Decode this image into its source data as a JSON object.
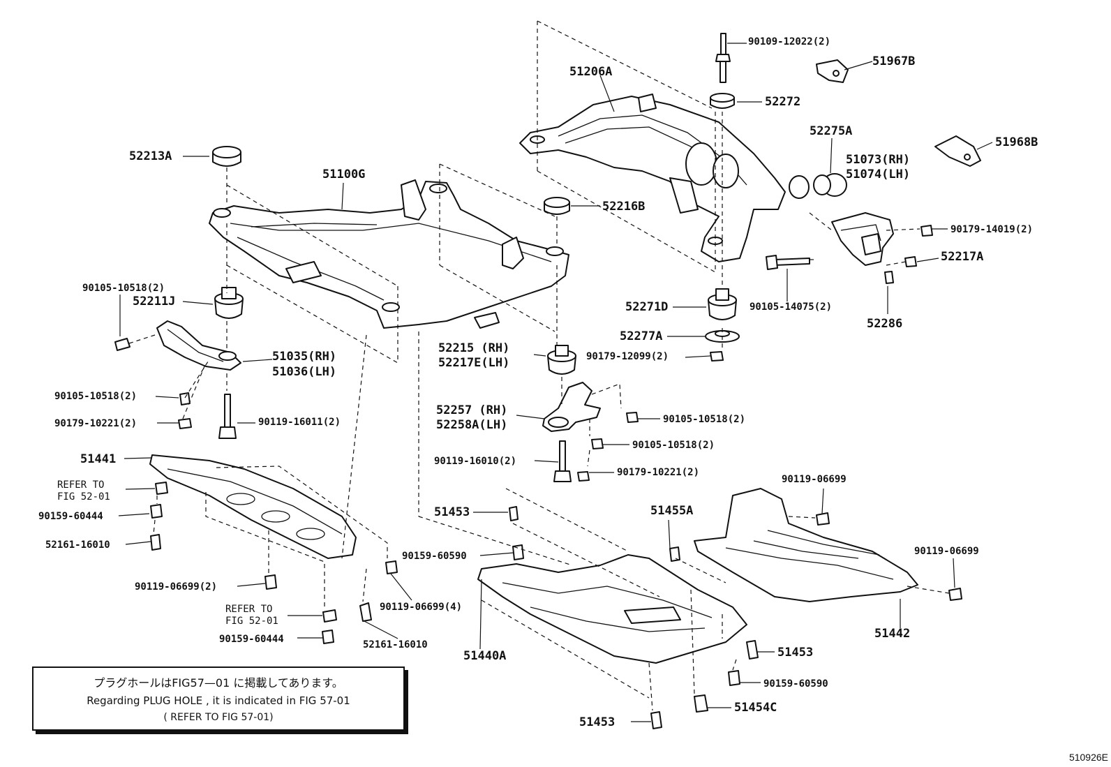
{
  "labels": {
    "p90109_12022": "90109-12022(2)",
    "p51967B": "51967B",
    "p51206A": "51206A",
    "p52272": "52272",
    "p52275A": "52275A",
    "p51968B": "51968B",
    "p51073": "51073(RH)",
    "p51074": "51074(LH)",
    "p52213A": "52213A",
    "p51100G": "51100G",
    "p52216B": "52216B",
    "p90179_14019": "90179-14019(2)",
    "p52217A": "52217A",
    "p90105_10518_a": "90105-10518(2)",
    "p52211J": "52211J",
    "p90105_14075": "90105-14075(2)",
    "p52286": "52286",
    "p52271D": "52271D",
    "p52277A": "52277A",
    "p51035": "51035(RH)",
    "p51036": "51036(LH)",
    "p52215": "52215 (RH)",
    "p52217E": "52217E(LH)",
    "p90179_12099": "90179-12099(2)",
    "p90105_10518_b": "90105-10518(2)",
    "p90179_10221_a": "90179-10221(2)",
    "p90119_16011": "90119-16011(2)",
    "p52257": "52257 (RH)",
    "p52258A": "52258A(LH)",
    "p90105_10518_c": "90105-10518(2)",
    "p90105_10518_d": "90105-10518(2)",
    "p51441": "51441",
    "p90119_16010": "90119-16010(2)",
    "p90179_10221_b": "90179-10221(2)",
    "p_refer_a1": "REFER TO",
    "p_refer_a2": "FIG 52-01",
    "p90159_60444_a": "90159-60444",
    "p90119_06699_a": "90119-06699",
    "p51453_a": "51453",
    "p51455A": "51455A",
    "p52161_16010_a": "52161-16010",
    "p90159_60590_a": "90159-60590",
    "p90119_06699_b": "90119-06699",
    "p90119_06699_2": "90119-06699(2)",
    "p90119_06699_4": "90119-06699(4)",
    "p_refer_b1": "REFER TO",
    "p_refer_b2": "FIG 52-01",
    "p51440A": "51440A",
    "p51442": "51442",
    "p90159_60444_b": "90159-60444",
    "p52161_16010_b": "52161-16010",
    "p51453_b": "51453",
    "p90159_60590_b": "90159-60590",
    "p51454C": "51454C",
    "p51453_c": "51453"
  },
  "note": {
    "line1": "プラグホールはFIG57—01 に掲載してあります。",
    "line2": "Regarding PLUG HOLE , it is indicated in FIG 57-01",
    "line3": "( REFER TO FIG 57-01)"
  },
  "figure_code": "510926E",
  "colors": {
    "ink": "#111111",
    "paper": "#ffffff"
  }
}
